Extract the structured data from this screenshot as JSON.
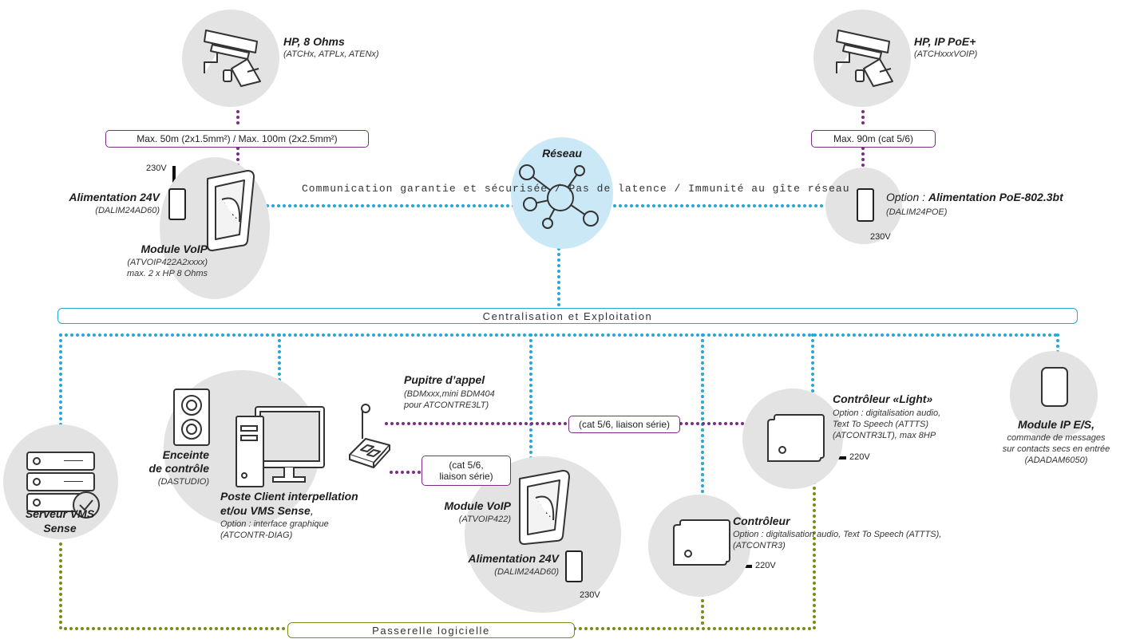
{
  "network": {
    "title": "Réseau",
    "subtitle": "Communication garantie et sécurisée / Pas de latence / Immunité au gîte réseau"
  },
  "bands": {
    "centralisation": "Centralisation et Exploitation",
    "passerelle": "Passerelle logicielle"
  },
  "left_top": {
    "hp_title": "HP, 8 Ohms",
    "hp_refs": "(ATCHx, ATPLx, ATENx)",
    "cable": "Max. 50m (2x1.5mm²) / Max. 100m (2x2.5mm²)",
    "voltage": "230V",
    "psu_title": "Alimentation 24V",
    "psu_ref": "(DALIM24AD60)",
    "module_title": "Module VoIP",
    "module_ref": "(ATVOIP422A2xxxx)",
    "module_note": "max. 2 x HP 8 Ohms"
  },
  "right_top": {
    "hp_title": "HP, IP PoE+",
    "hp_ref": "(ATCHxxxVOIP)",
    "cable": "Max. 90m (cat 5/6)",
    "option_prefix": "Option : ",
    "option_title": "Alimentation PoE-802.3bt",
    "option_ref": "(DALIM24POE)",
    "voltage": "230V"
  },
  "bottom": {
    "server": {
      "line1": "Serveur VMS",
      "line2": "Sense"
    },
    "speaker": {
      "line1": "Enceinte",
      "line2": "de contrôle",
      "ref": "(DASTUDIO)"
    },
    "client": {
      "line1": "Poste Client interpellation",
      "line2": "et/ou VMS Sense",
      "line2_suffix": ",",
      "note1": "Option : interface graphique",
      "note2": "(ATCONTR-DIAG)"
    },
    "desk": {
      "title": "Pupitre d’appel",
      "ref1": "(BDMxxx,mini BDM404",
      "ref2": "pour ATCONTRE3LT)"
    },
    "serial_long": "(cat 5/6, liaison série)",
    "serial_short1": "(cat 5/6,",
    "serial_short2": "liaison série)",
    "voip": {
      "title": "Module VoIP",
      "ref": "(ATVOIP422)",
      "psu_title": "Alimentation 24V",
      "psu_ref": "(DALIM24AD60)",
      "voltage": "230V"
    },
    "controller": {
      "title": "Contrôleur",
      "note1": "Option : digitalisation audio, Text To Speech (ATTTS),",
      "note2": "(ATCONTR3)",
      "voltage": "220V"
    },
    "light": {
      "title": "Contrôleur «Light»",
      "note1": "Option : digitalisation audio,",
      "note2": "Text To Speech (ATTTS)",
      "note3": "(ATCONTR3LT), max 8HP",
      "voltage": "220V"
    },
    "io": {
      "title": "Module IP E/S,",
      "note1": "commande de messages",
      "note2": "sur contacts secs en entrée",
      "note3": "(ADADAM6050)"
    }
  },
  "colors": {
    "network": "#27a6d8",
    "wiring": "#7b2d84",
    "software": "#7a8a16",
    "circle": "#e3e3e3",
    "bubble": "#cbe8f7"
  }
}
